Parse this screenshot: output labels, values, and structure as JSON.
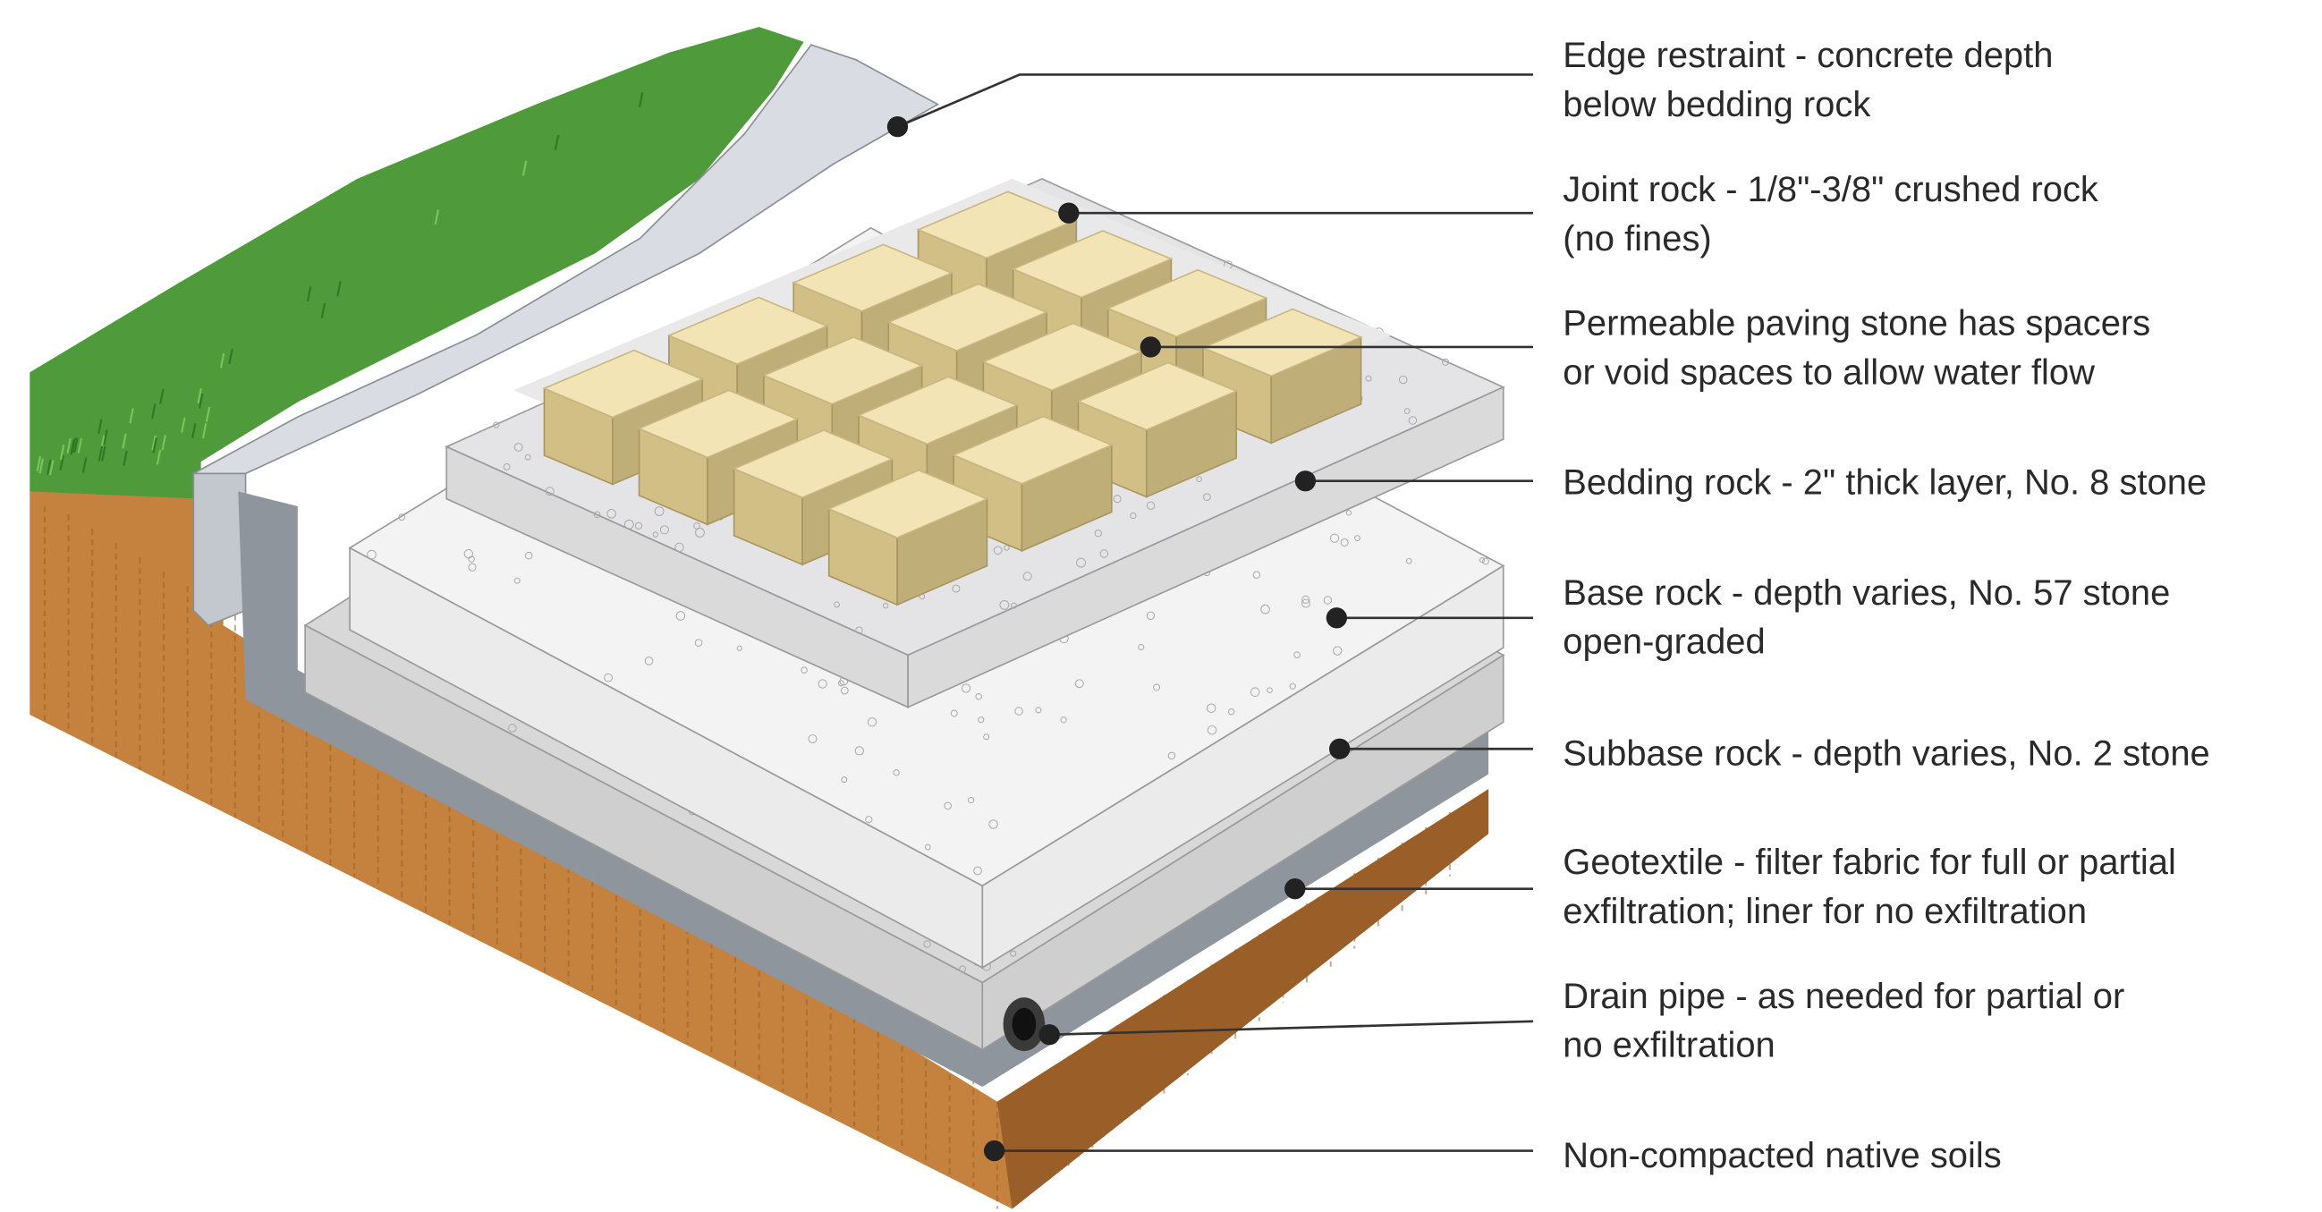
{
  "labels": [
    {
      "id": "edge-restraint",
      "lines": [
        "Edge restraint - concrete depth",
        "below bedding rock"
      ]
    },
    {
      "id": "joint-rock",
      "lines": [
        "Joint rock - 1/8\"-3/8\" crushed rock",
        "(no fines)"
      ]
    },
    {
      "id": "permeable-paving-stone",
      "lines": [
        "Permeable paving stone has spacers",
        "or void spaces to allow water flow"
      ]
    },
    {
      "id": "bedding-rock",
      "lines": [
        "Bedding rock - 2\" thick layer, No. 8 stone"
      ]
    },
    {
      "id": "base-rock",
      "lines": [
        "Base rock - depth varies, No. 57 stone",
        "open-graded"
      ]
    },
    {
      "id": "subbase-rock",
      "lines": [
        "Subbase rock - depth varies, No. 2 stone"
      ]
    },
    {
      "id": "geotextile",
      "lines": [
        "Geotextile - filter fabric for full or partial",
        "exfiltration; liner for no exfiltration"
      ]
    },
    {
      "id": "drain-pipe",
      "lines": [
        "Drain pipe - as needed for partial or",
        "no exfiltration"
      ]
    },
    {
      "id": "native-soils",
      "lines": [
        "Non-compacted native soils"
      ]
    }
  ],
  "colors": {
    "grass": "#4f9a3a",
    "grass_dark": "#2f7a24",
    "soil": "#c4823e",
    "soil_dark": "#9a5f28",
    "concrete": "#d9dde3",
    "geotextile": "#8e959c",
    "subbase": "#d8d8d8",
    "base": "#f3f3f3",
    "bedding": "#e4e4e6",
    "paver_top": "#f3e4b6",
    "paver_side": "#d2bf86",
    "text": "#2a2a2a"
  }
}
